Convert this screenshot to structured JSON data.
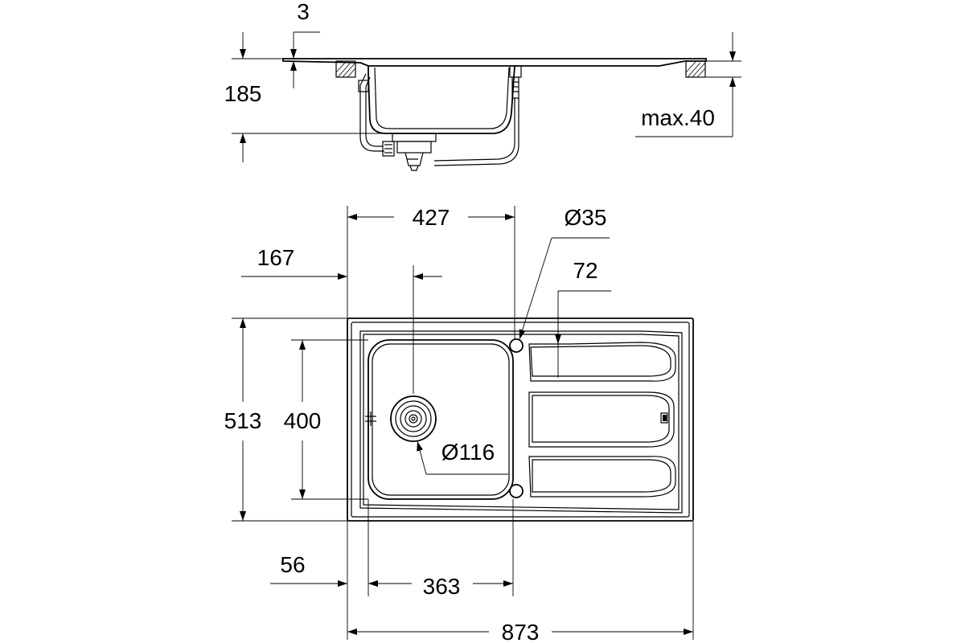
{
  "dimensions": {
    "flange_thickness": "3",
    "total_depth": "185",
    "max_worktop": "max.40",
    "bowl_length": "427",
    "tap_hole_diameter": "Ø35",
    "drainer_offset": "72",
    "drain_center_offset": "167",
    "overall_width": "513",
    "bowl_width": "400",
    "drain_diameter": "Ø116",
    "bowl_edge_offset": "56",
    "bowl_inner_length": "363",
    "overall_length": "873"
  },
  "colors": {
    "line": "#000000",
    "background": "#ffffff"
  }
}
